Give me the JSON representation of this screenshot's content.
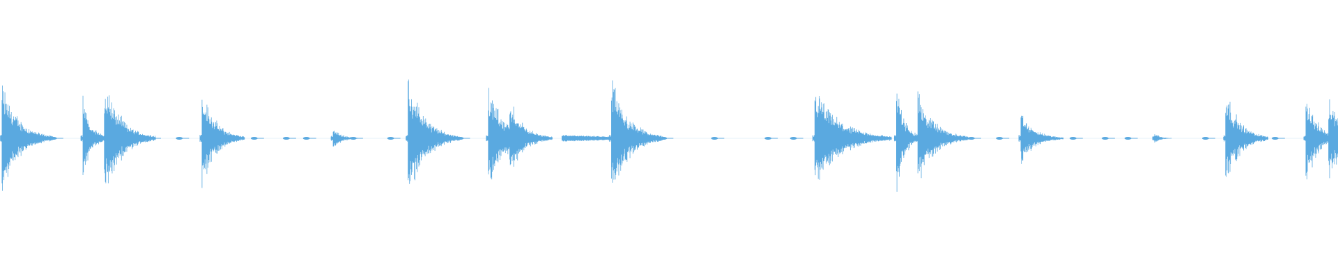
{
  "colors": {
    "background": "#ffffff",
    "waveform": "#5aa9e0"
  },
  "waveform": {
    "bursts": [
      {
        "id": "b01",
        "t": 0.0015,
        "amp": 0.62,
        "decay": 0.012
      },
      {
        "id": "b02",
        "t": 0.062,
        "amp": 0.46,
        "decay": 0.006
      },
      {
        "id": "b03",
        "t": 0.078,
        "amp": 0.66,
        "decay": 0.012
      },
      {
        "id": "b04",
        "t": 0.151,
        "amp": 0.54,
        "decay": 0.01
      },
      {
        "id": "b05",
        "t": 0.249,
        "amp": 0.12,
        "decay": 0.006
      },
      {
        "id": "b06",
        "t": 0.305,
        "amp": 0.69,
        "decay": 0.012
      },
      {
        "id": "b07",
        "t": 0.365,
        "amp": 0.56,
        "decay": 0.012
      },
      {
        "id": "b08",
        "t": 0.381,
        "amp": 0.44,
        "decay": 0.01
      },
      {
        "id": "b09",
        "t": 0.457,
        "amp": 0.68,
        "decay": 0.012
      },
      {
        "id": "b10",
        "t": 0.609,
        "amp": 0.56,
        "decay": 0.018
      },
      {
        "id": "b11",
        "t": 0.67,
        "amp": 0.6,
        "decay": 0.006
      },
      {
        "id": "b12",
        "t": 0.686,
        "amp": 0.52,
        "decay": 0.012
      },
      {
        "id": "b13",
        "t": 0.763,
        "amp": 0.28,
        "decay": 0.01
      },
      {
        "id": "b14",
        "t": 0.863,
        "amp": 0.06,
        "decay": 0.004
      },
      {
        "id": "b15",
        "t": 0.916,
        "amp": 0.55,
        "decay": 0.01
      },
      {
        "id": "b16",
        "t": 0.976,
        "amp": 0.53,
        "decay": 0.008
      },
      {
        "id": "b17",
        "t": 0.993,
        "amp": 0.49,
        "decay": 0.01
      }
    ],
    "blips": [
      0.04,
      0.113,
      0.134,
      0.19,
      0.214,
      0.229,
      0.264,
      0.292,
      0.344,
      0.496,
      0.534,
      0.574,
      0.593,
      0.648,
      0.726,
      0.747,
      0.802,
      0.826,
      0.843,
      0.901,
      0.936,
      0.953
    ],
    "smears": [
      {
        "t_start": 0.42,
        "t_end": 0.456,
        "amp": 0.035
      }
    ]
  }
}
